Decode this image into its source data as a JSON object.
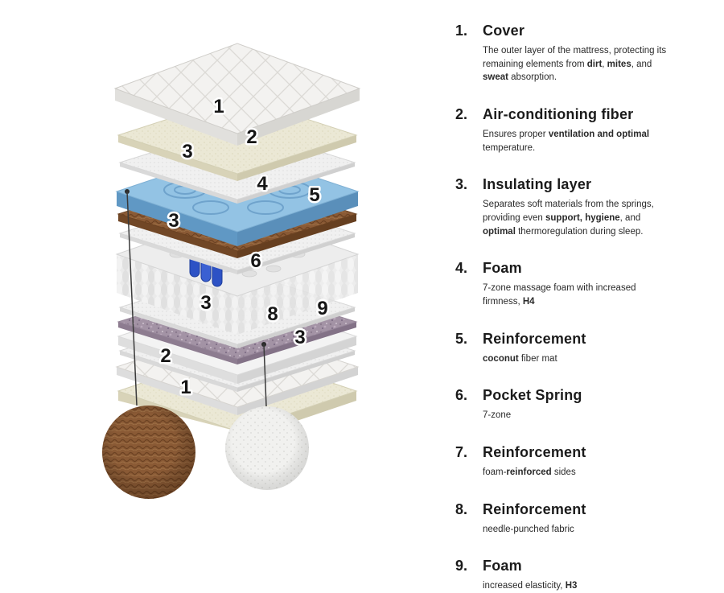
{
  "diagram": {
    "labels": [
      "1",
      "2",
      "3",
      "4",
      "5",
      "3",
      "6",
      "3",
      "8",
      "9",
      "3",
      "2",
      "1"
    ],
    "swatches": [
      {
        "icon": "coconut-fiber-swatch"
      },
      {
        "icon": "foam-swatch"
      }
    ],
    "colors": {
      "blue_foam": "#93c3e4",
      "blue_spring": "#2d52c5",
      "coconut": "#8a5a35",
      "purple_fabric": "#a393a5"
    }
  },
  "legend": {
    "items": [
      {
        "number": "1.",
        "title": "Cover",
        "desc": [
          {
            "t": "The outer layer of the mattress, protecting its remaining elements from "
          },
          {
            "t": "dirt",
            "b": true
          },
          {
            "t": ", "
          },
          {
            "t": "mites",
            "b": true
          },
          {
            "t": ", and "
          },
          {
            "t": "sweat",
            "b": true
          },
          {
            "t": " absorption."
          }
        ]
      },
      {
        "number": "2.",
        "title": "Air-conditioning fiber",
        "desc": [
          {
            "t": "Ensures proper "
          },
          {
            "t": "ventilation and optimal",
            "b": true
          },
          {
            "t": " temperature."
          }
        ]
      },
      {
        "number": "3.",
        "title": "Insulating layer",
        "desc": [
          {
            "t": "Separates soft materials from the springs, providing even "
          },
          {
            "t": "support, hygiene",
            "b": true
          },
          {
            "t": ", and "
          },
          {
            "t": "optimal",
            "b": true
          },
          {
            "t": " thermoregulation during sleep."
          }
        ]
      },
      {
        "number": "4.",
        "title": "Foam",
        "desc": [
          {
            "t": "7-zone massage foam with increased firmness, "
          },
          {
            "t": "H4",
            "b": true
          }
        ]
      },
      {
        "number": "5.",
        "title": "Reinforcement",
        "desc": [
          {
            "t": "coconut",
            "b": true
          },
          {
            "t": " fiber mat"
          }
        ]
      },
      {
        "number": "6.",
        "title": "Pocket Spring",
        "desc": [
          {
            "t": "7-zone"
          }
        ]
      },
      {
        "number": "7.",
        "title": "Reinforcement",
        "desc": [
          {
            "t": "foam-"
          },
          {
            "t": "reinforced",
            "b": true
          },
          {
            "t": " sides"
          }
        ]
      },
      {
        "number": "8.",
        "title": "Reinforcement",
        "desc": [
          {
            "t": "needle-punched fabric"
          }
        ]
      },
      {
        "number": "9.",
        "title": "Foam",
        "desc": [
          {
            "t": "increased elasticity, "
          },
          {
            "t": "H3",
            "b": true
          }
        ]
      }
    ]
  }
}
